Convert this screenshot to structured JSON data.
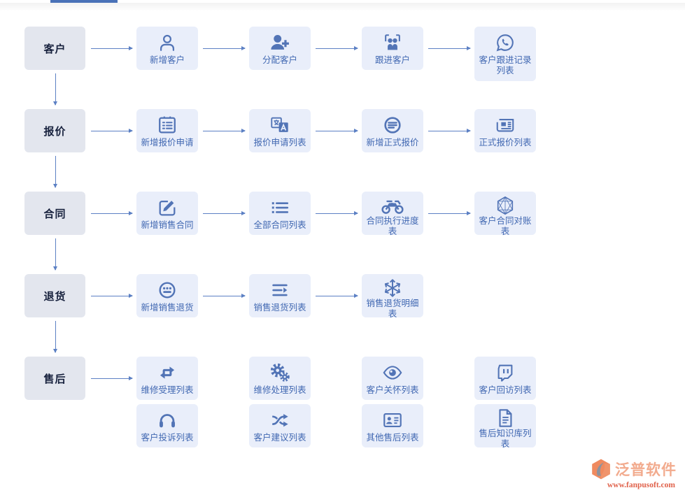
{
  "colors": {
    "accent_blue": "#4a72b8",
    "node_bg": "#e9eefa",
    "category_bg": "#e3e6ee",
    "icon_blue": "#5274b6",
    "label_blue": "#4168b2",
    "brand_orange": "#f2ab8e",
    "brand_url_orange": "#e0614a"
  },
  "flowchart": {
    "rows": [
      {
        "category": "客户",
        "lines": [
          [
            {
              "label": "新增客户",
              "icon": "user",
              "arrow": true
            },
            {
              "label": "分配客户",
              "icon": "user-plus",
              "arrow": true
            },
            {
              "label": "跟进客户",
              "icon": "presentation-users",
              "arrow": true
            },
            {
              "label": "客户跟进记录列表",
              "icon": "whatsapp",
              "arrow": true,
              "tall": true
            }
          ]
        ]
      },
      {
        "category": "报价",
        "lines": [
          [
            {
              "label": "新增报价申请",
              "icon": "clipboard-list",
              "arrow": true
            },
            {
              "label": "报价申请列表",
              "icon": "language",
              "arrow": true
            },
            {
              "label": "新增正式报价",
              "icon": "circle-bars",
              "arrow": true
            },
            {
              "label": "正式报价列表",
              "icon": "newspaper",
              "arrow": true
            }
          ]
        ]
      },
      {
        "category": "合同",
        "lines": [
          [
            {
              "label": "新增销售合同",
              "icon": "edit",
              "arrow": true
            },
            {
              "label": "全部合同列表",
              "icon": "list",
              "arrow": true
            },
            {
              "label": "合同执行进度表",
              "icon": "motorcycle",
              "arrow": true
            },
            {
              "label": "客户合同对账表",
              "icon": "hexagon-net",
              "arrow": true
            }
          ]
        ]
      },
      {
        "category": "退货",
        "lines": [
          [
            {
              "label": "新增销售退货",
              "icon": "circle-dots",
              "arrow": true
            },
            {
              "label": "销售退货列表",
              "icon": "lines-arrow",
              "arrow": true
            },
            {
              "label": "销售退货明细表",
              "icon": "snowflake",
              "arrow": true
            }
          ]
        ]
      },
      {
        "category": "售后",
        "lines": [
          [
            {
              "label": "维修受理列表",
              "icon": "repeat",
              "arrow": true
            },
            {
              "label": "维修处理列表",
              "icon": "cogs",
              "arrow": false
            },
            {
              "label": "客户关怀列表",
              "icon": "eye",
              "arrow": false
            },
            {
              "label": "客户回访列表",
              "icon": "twitch",
              "arrow": false
            }
          ],
          [
            {
              "label": "客户投诉列表",
              "icon": "headphones",
              "arrow": false
            },
            {
              "label": "客户建议列表",
              "icon": "shuffle",
              "arrow": false
            },
            {
              "label": "其他售后列表",
              "icon": "address-card",
              "arrow": false
            },
            {
              "label": "售后知识库列表",
              "icon": "file-text",
              "arrow": false
            }
          ]
        ]
      }
    ]
  },
  "brand": {
    "name": "泛普软件",
    "url": "www.fanpusoft.com"
  }
}
